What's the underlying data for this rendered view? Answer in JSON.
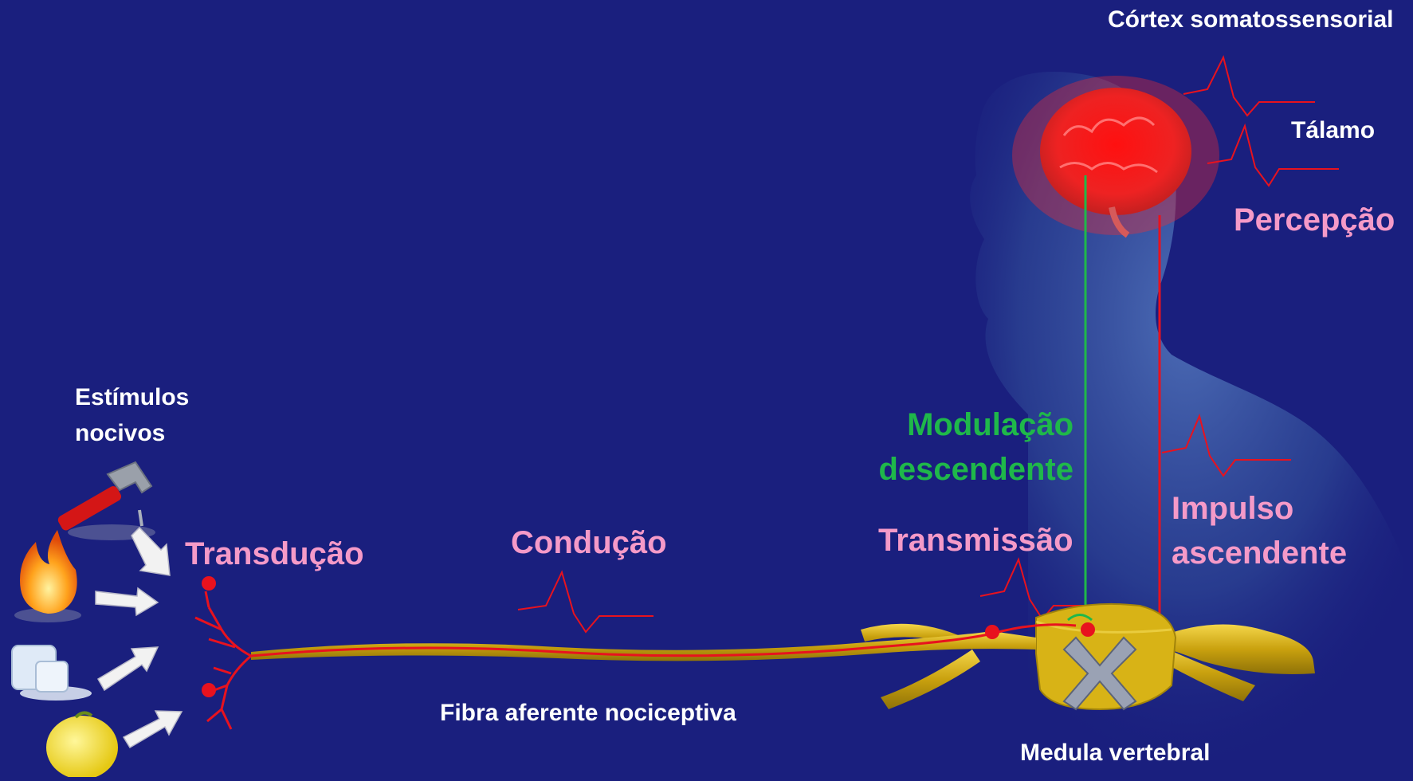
{
  "labels": {
    "cortex": "Córtex somatossensorial",
    "talamo": "Tálamo",
    "percepcao": "Percepção",
    "modulacao_l1": "Modulação",
    "modulacao_l2": "descendente",
    "impulso_l1": "Impulso",
    "impulso_l2": "ascendente",
    "transmissao": "Transmissão",
    "conducao": "Condução",
    "transducao": "Transdução",
    "estimulos_l1": "Estímulos",
    "estimulos_l2": "nocivos",
    "fibra": "Fibra aferente nociceptiva",
    "medula": "Medula vertebral"
  },
  "colors": {
    "background": "#1a1f7e",
    "pathway_red": "#e8121e",
    "modulation_green": "#1fb84a",
    "label_pink": "#f59ac8",
    "nerve_gold": "#d6b21a"
  },
  "icons": [
    "hammer-icon",
    "flame-icon",
    "ice-icon",
    "lemon-icon",
    "brain-icon",
    "head-silhouette",
    "spinal-cord-icon"
  ]
}
